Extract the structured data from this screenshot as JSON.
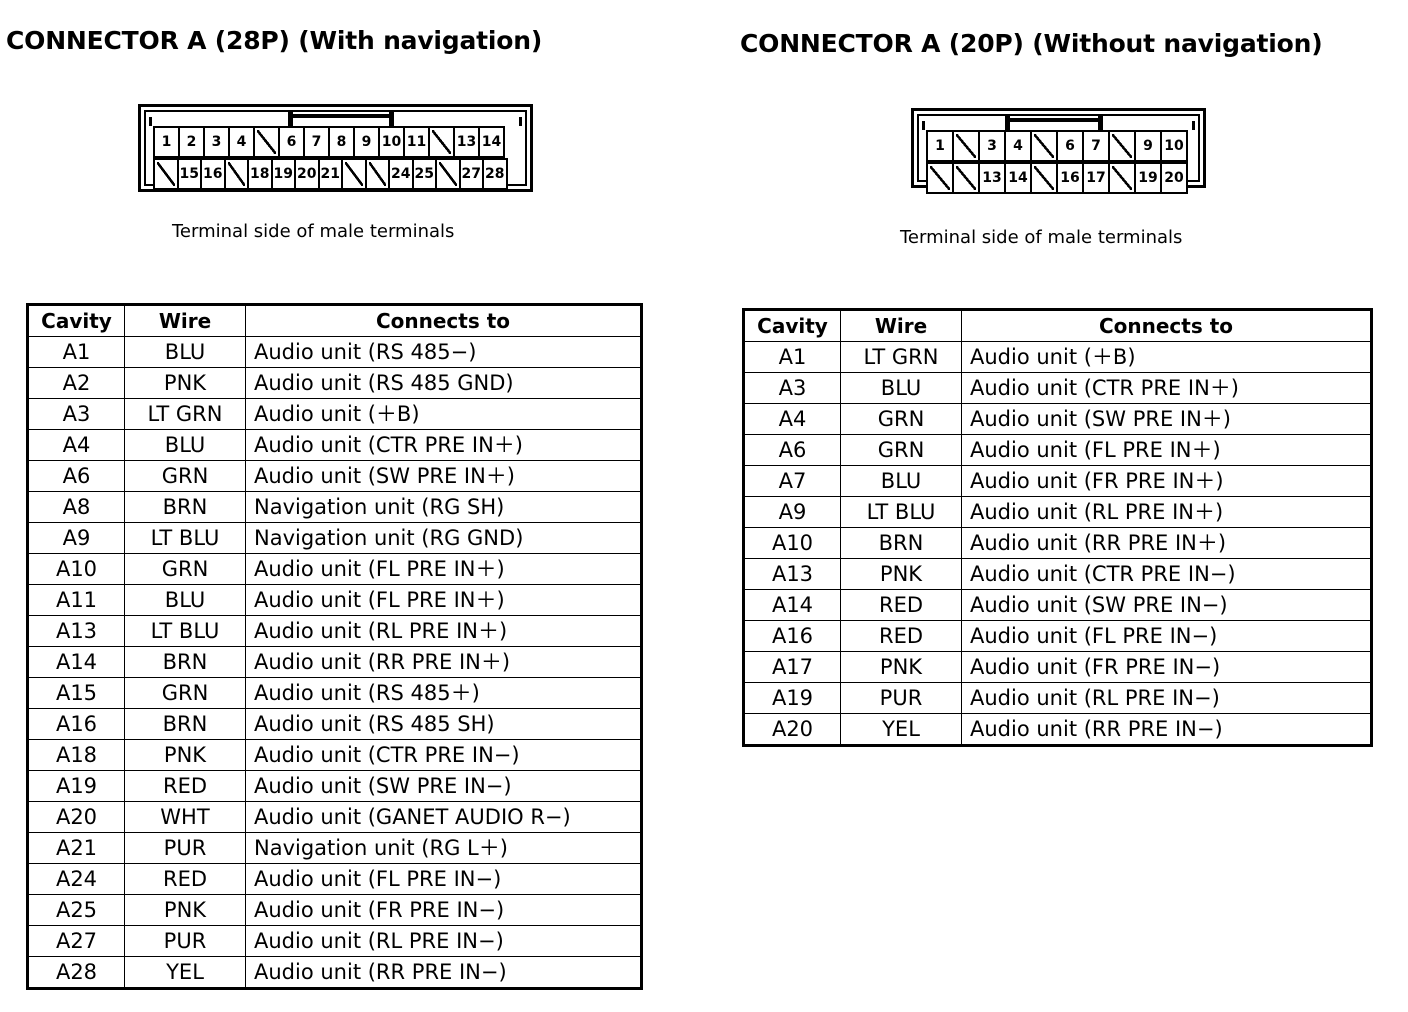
{
  "connectors": [
    {
      "title": "CONNECTOR A (28P) (With navigation)",
      "caption": "Terminal side of male terminals",
      "pin_layout": {
        "top_row": [
          "1",
          "2",
          "3",
          "4",
          "",
          "6",
          "7",
          "8",
          "9",
          "10",
          "11",
          "",
          "13",
          "14"
        ],
        "bottom_row": [
          "",
          "15",
          "16",
          "",
          "18",
          "19",
          "20",
          "21",
          "",
          "",
          "24",
          "25",
          "",
          "27",
          "28"
        ]
      },
      "table": {
        "headers": [
          "Cavity",
          "Wire",
          "Connects to"
        ],
        "rows": [
          [
            "A1",
            "BLU",
            "Audio unit (RS 485−)"
          ],
          [
            "A2",
            "PNK",
            "Audio unit (RS 485 GND)"
          ],
          [
            "A3",
            "LT GRN",
            "Audio unit (＋B)"
          ],
          [
            "A4",
            "BLU",
            "Audio unit (CTR PRE IN＋)"
          ],
          [
            "A6",
            "GRN",
            "Audio unit (SW PRE IN＋)"
          ],
          [
            "A8",
            "BRN",
            "Navigation unit (RG SH)"
          ],
          [
            "A9",
            "LT BLU",
            "Navigation unit (RG GND)"
          ],
          [
            "A10",
            "GRN",
            "Audio unit (FL PRE IN＋)"
          ],
          [
            "A11",
            "BLU",
            "Audio unit (FL PRE IN＋)"
          ],
          [
            "A13",
            "LT BLU",
            "Audio unit (RL PRE IN＋)"
          ],
          [
            "A14",
            "BRN",
            "Audio unit (RR PRE IN＋)"
          ],
          [
            "A15",
            "GRN",
            "Audio unit (RS 485＋)"
          ],
          [
            "A16",
            "BRN",
            "Audio unit (RS 485 SH)"
          ],
          [
            "A18",
            "PNK",
            "Audio unit (CTR PRE IN−)"
          ],
          [
            "A19",
            "RED",
            "Audio unit (SW PRE IN−)"
          ],
          [
            "A20",
            "WHT",
            "Audio unit (GANET AUDIO R−)"
          ],
          [
            "A21",
            "PUR",
            "Navigation unit (RG L＋)"
          ],
          [
            "A24",
            "RED",
            "Audio unit (FL PRE IN−)"
          ],
          [
            "A25",
            "PNK",
            "Audio unit (FR PRE IN−)"
          ],
          [
            "A27",
            "PUR",
            "Audio unit (RL PRE IN−)"
          ],
          [
            "A28",
            "YEL",
            "Audio unit (RR PRE IN−)"
          ]
        ]
      }
    },
    {
      "title": "CONNECTOR A (20P) (Without navigation)",
      "caption": "Terminal side of male terminals",
      "pin_layout": {
        "top_row": [
          "1",
          "",
          "3",
          "4",
          "",
          "6",
          "7",
          "",
          "9",
          "10"
        ],
        "bottom_row": [
          "",
          "",
          "13",
          "14",
          "",
          "16",
          "17",
          "",
          "19",
          "20"
        ]
      },
      "table": {
        "headers": [
          "Cavity",
          "Wire",
          "Connects to"
        ],
        "rows": [
          [
            "A1",
            "LT GRN",
            "Audio unit (＋B)"
          ],
          [
            "A3",
            "BLU",
            "Audio unit (CTR PRE IN＋)"
          ],
          [
            "A4",
            "GRN",
            "Audio unit (SW PRE IN＋)"
          ],
          [
            "A6",
            "GRN",
            "Audio unit (FL PRE IN＋)"
          ],
          [
            "A7",
            "BLU",
            "Audio unit (FR PRE IN＋)"
          ],
          [
            "A9",
            "LT BLU",
            "Audio unit (RL PRE IN＋)"
          ],
          [
            "A10",
            "BRN",
            "Audio unit (RR PRE IN＋)"
          ],
          [
            "A13",
            "PNK",
            "Audio unit (CTR PRE IN−)"
          ],
          [
            "A14",
            "RED",
            "Audio unit (SW PRE IN−)"
          ],
          [
            "A16",
            "RED",
            "Audio unit (FL PRE IN−)"
          ],
          [
            "A17",
            "PNK",
            "Audio unit (FR PRE IN−)"
          ],
          [
            "A19",
            "PUR",
            "Audio unit (RL PRE IN−)"
          ],
          [
            "A20",
            "YEL",
            "Audio unit (RR PRE IN−)"
          ]
        ]
      }
    }
  ]
}
